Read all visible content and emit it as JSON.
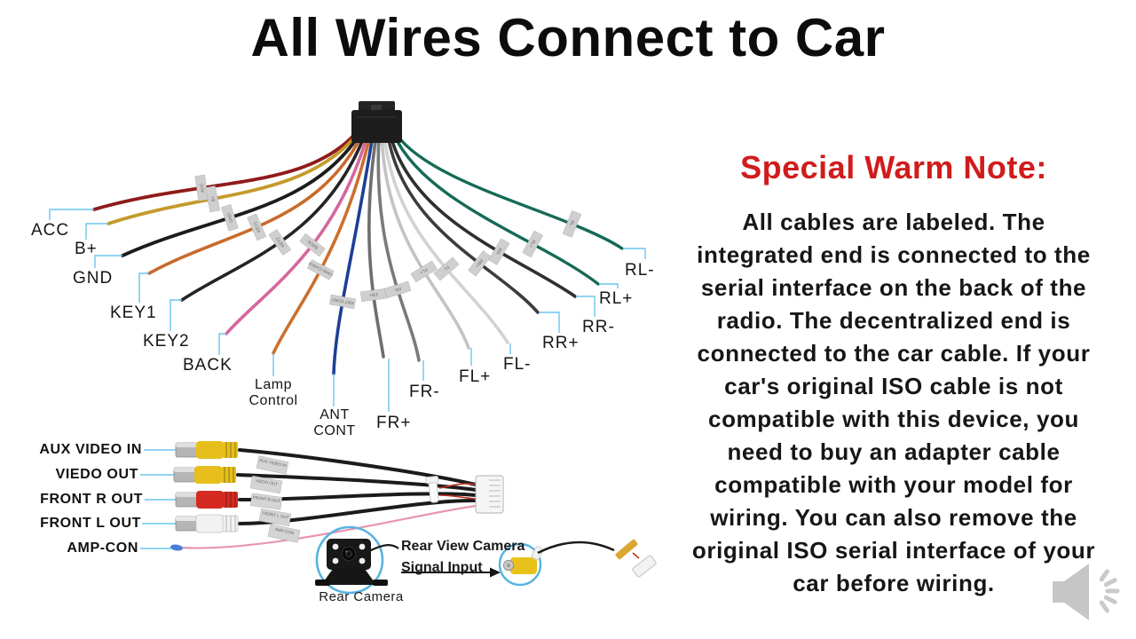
{
  "title": "All Wires Connect to Car",
  "note": {
    "heading": "Special Warm Note:",
    "heading_color": "#d01c1c",
    "lines": [
      "All cables are labeled. The",
      "integrated end is connected to the",
      "serial interface on the back of the",
      "radio. The decentralized end is",
      "connected to the car cable. If your",
      "car's original ISO cable is not",
      "compatible with this device, you",
      "need to buy an adapter cable",
      "compatible with your model for",
      "wiring. You can also remove the",
      "original ISO serial interface of your",
      "car before wiring."
    ]
  },
  "harness": {
    "leader_color": "#6cc5ee",
    "wires": [
      {
        "label": "ACC",
        "color": "#8f1a1a"
      },
      {
        "label": "B+",
        "color": "#c49a2a"
      },
      {
        "label": "GND",
        "color": "#1c1c1c"
      },
      {
        "label": "KEY1",
        "color": "#c96a2b"
      },
      {
        "label": "KEY2",
        "color": "#242424"
      },
      {
        "label": "BACK",
        "color": "#d4689e"
      },
      {
        "label": "Lamp Control",
        "color": "#cc6f2e"
      },
      {
        "label": "ANT CONT",
        "color": "#1e3f96"
      },
      {
        "label": "FR+",
        "color": "#6e6e6e"
      },
      {
        "label": "FR-",
        "color": "#7a7a7a"
      },
      {
        "label": "FL+",
        "color": "#c3c3c3"
      },
      {
        "label": "FL-",
        "color": "#d2d2d2"
      },
      {
        "label": "RR+",
        "color": "#3c3c3c"
      },
      {
        "label": "RR-",
        "color": "#2f2f2f"
      },
      {
        "label": "RL+",
        "color": "#156a57"
      },
      {
        "label": "RL-",
        "color": "#156a57"
      }
    ]
  },
  "rca": {
    "items": [
      {
        "label": "AUX VIDEO IN",
        "color": "#e6bf1c"
      },
      {
        "label": "VIEDO OUT",
        "color": "#e6bf1c"
      },
      {
        "label": "FRONT R OUT",
        "color": "#d42a22"
      },
      {
        "label": "FRONT L OUT",
        "color": "#f2f2f2"
      },
      {
        "label": "AMP-CON",
        "color": "#e795b0"
      }
    ]
  },
  "camera": {
    "label": "Rear Camera",
    "annotation_line1": "Rear View Camera",
    "annotation_line2": "Signal Input"
  },
  "icons": {
    "speaker": "speaker-audio-icon"
  }
}
